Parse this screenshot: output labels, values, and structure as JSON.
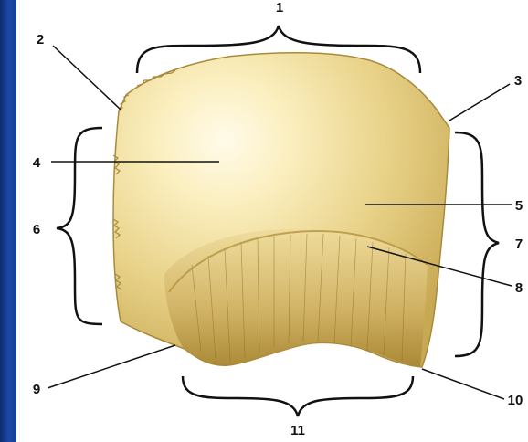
{
  "figure": {
    "labels": {
      "l1": "1",
      "l2": "2",
      "l3": "3",
      "l4": "4",
      "l5": "5",
      "l6": "6",
      "l7": "7",
      "l8": "8",
      "l9": "9",
      "l10": "10",
      "l11": "11"
    }
  },
  "colors": {
    "background_blue": "#10357a",
    "bone_light": "#fff8dc",
    "bone_mid": "#e8d48a",
    "bone_dark": "#b99a45",
    "line": "#111111"
  }
}
